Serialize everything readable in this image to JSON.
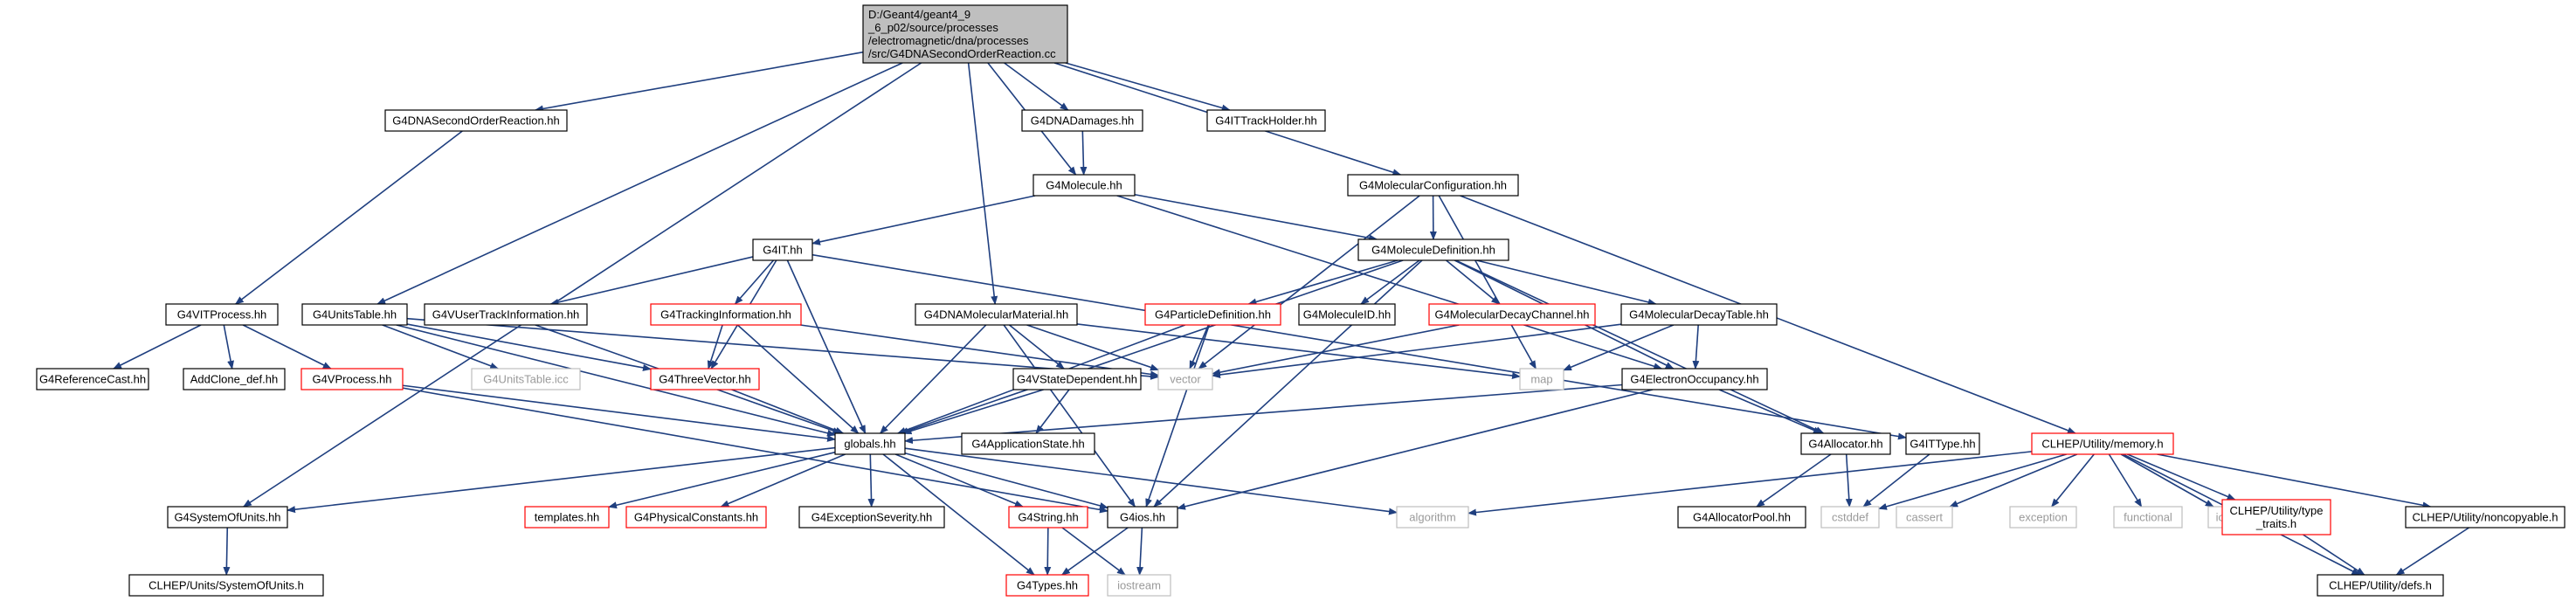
{
  "diagram": {
    "nodes": [
      {
        "id": "root",
        "lines": [
          "D:/Geant4/geant4_9",
          "_6_p02/source/processes",
          "/electromagnetic/dna/processes",
          "/src/G4DNASecondOrderReaction.cc"
        ],
        "style": "root"
      },
      {
        "id": "G4DNASecondOrderReaction_hh",
        "lines": [
          "G4DNASecondOrderReaction.hh"
        ],
        "style": "normal"
      },
      {
        "id": "G4DNADamages_hh",
        "lines": [
          "G4DNADamages.hh"
        ],
        "style": "normal"
      },
      {
        "id": "G4ITTrackHolder_hh",
        "lines": [
          "G4ITTrackHolder.hh"
        ],
        "style": "normal"
      },
      {
        "id": "G4Molecule_hh",
        "lines": [
          "G4Molecule.hh"
        ],
        "style": "normal"
      },
      {
        "id": "G4MolecularConfiguration_hh",
        "lines": [
          "G4MolecularConfiguration.hh"
        ],
        "style": "normal"
      },
      {
        "id": "G4IT_hh",
        "lines": [
          "G4IT.hh"
        ],
        "style": "normal"
      },
      {
        "id": "G4MoleculeDefinition_hh",
        "lines": [
          "G4MoleculeDefinition.hh"
        ],
        "style": "normal"
      },
      {
        "id": "G4VITProcess_hh",
        "lines": [
          "G4VITProcess.hh"
        ],
        "style": "normal"
      },
      {
        "id": "G4UnitsTable_hh",
        "lines": [
          "G4UnitsTable.hh"
        ],
        "style": "normal"
      },
      {
        "id": "G4VUserTrackInformation_hh",
        "lines": [
          "G4VUserTrackInformation.hh"
        ],
        "style": "normal"
      },
      {
        "id": "G4TrackingInformation_hh",
        "lines": [
          "G4TrackingInformation.hh"
        ],
        "style": "red"
      },
      {
        "id": "G4DNAMolecularMaterial_hh",
        "lines": [
          "G4DNAMolecularMaterial.hh"
        ],
        "style": "normal"
      },
      {
        "id": "G4ParticleDefinition_hh",
        "lines": [
          "G4ParticleDefinition.hh"
        ],
        "style": "red"
      },
      {
        "id": "G4MoleculeID_hh",
        "lines": [
          "G4MoleculeID.hh"
        ],
        "style": "normal"
      },
      {
        "id": "G4MolecularDecayChannel_hh",
        "lines": [
          "G4MolecularDecayChannel.hh"
        ],
        "style": "red"
      },
      {
        "id": "G4MolecularDecayTable_hh",
        "lines": [
          "G4MolecularDecayTable.hh"
        ],
        "style": "normal"
      },
      {
        "id": "G4ReferenceCast_hh",
        "lines": [
          "G4ReferenceCast.hh"
        ],
        "style": "normal"
      },
      {
        "id": "AddClone_def_hh",
        "lines": [
          "AddClone_def.hh"
        ],
        "style": "normal"
      },
      {
        "id": "G4VProcess_hh",
        "lines": [
          "G4VProcess.hh"
        ],
        "style": "red"
      },
      {
        "id": "G4UnitsTable_icc",
        "lines": [
          "G4UnitsTable.icc"
        ],
        "style": "gray"
      },
      {
        "id": "G4ThreeVector_hh",
        "lines": [
          "G4ThreeVector.hh"
        ],
        "style": "red"
      },
      {
        "id": "vector",
        "lines": [
          "vector"
        ],
        "style": "gray"
      },
      {
        "id": "G4VStateDependent_hh",
        "lines": [
          "G4VStateDependent.hh"
        ],
        "style": "normal"
      },
      {
        "id": "map",
        "lines": [
          "map"
        ],
        "style": "gray"
      },
      {
        "id": "G4ElectronOccupancy_hh",
        "lines": [
          "G4ElectronOccupancy.hh"
        ],
        "style": "normal"
      },
      {
        "id": "G4ITType_hh",
        "lines": [
          "G4ITType.hh"
        ],
        "style": "normal"
      },
      {
        "id": "globals_hh",
        "lines": [
          "globals.hh"
        ],
        "style": "normal"
      },
      {
        "id": "G4ApplicationState_hh",
        "lines": [
          "G4ApplicationState.hh"
        ],
        "style": "normal"
      },
      {
        "id": "G4Allocator_hh",
        "lines": [
          "G4Allocator.hh"
        ],
        "style": "normal"
      },
      {
        "id": "CLHEP_memory_h",
        "lines": [
          "CLHEP/Utility/memory.h"
        ],
        "style": "red"
      },
      {
        "id": "G4SystemOfUnits_hh",
        "lines": [
          "G4SystemOfUnits.hh"
        ],
        "style": "normal"
      },
      {
        "id": "templates_hh",
        "lines": [
          "templates.hh"
        ],
        "style": "red"
      },
      {
        "id": "G4PhysicalConstants_hh",
        "lines": [
          "G4PhysicalConstants.hh"
        ],
        "style": "red"
      },
      {
        "id": "G4ExceptionSeverity_hh",
        "lines": [
          "G4ExceptionSeverity.hh"
        ],
        "style": "normal"
      },
      {
        "id": "G4String_hh",
        "lines": [
          "G4String.hh"
        ],
        "style": "red"
      },
      {
        "id": "G4ios_hh",
        "lines": [
          "G4ios.hh"
        ],
        "style": "normal"
      },
      {
        "id": "algorithm",
        "lines": [
          "algorithm"
        ],
        "style": "gray"
      },
      {
        "id": "G4AllocatorPool_hh",
        "lines": [
          "G4AllocatorPool.hh"
        ],
        "style": "normal"
      },
      {
        "id": "cstddef",
        "lines": [
          "cstddef"
        ],
        "style": "gray"
      },
      {
        "id": "cassert",
        "lines": [
          "cassert"
        ],
        "style": "gray"
      },
      {
        "id": "exception",
        "lines": [
          "exception"
        ],
        "style": "gray"
      },
      {
        "id": "functional",
        "lines": [
          "functional"
        ],
        "style": "gray"
      },
      {
        "id": "iosfwd",
        "lines": [
          "iosfwd"
        ],
        "style": "gray"
      },
      {
        "id": "CLHEP_type_traits_h",
        "lines": [
          "CLHEP/Utility/type",
          "_traits.h"
        ],
        "style": "red"
      },
      {
        "id": "CLHEP_noncopyable_h",
        "lines": [
          "CLHEP/Utility/noncopyable.h"
        ],
        "style": "normal"
      },
      {
        "id": "CLHEP_Units_SystemOfUnits_h",
        "lines": [
          "CLHEP/Units/SystemOfUnits.h"
        ],
        "style": "normal"
      },
      {
        "id": "G4Types_hh",
        "lines": [
          "G4Types.hh"
        ],
        "style": "red"
      },
      {
        "id": "iostream",
        "lines": [
          "iostream"
        ],
        "style": "gray"
      },
      {
        "id": "CLHEP_defs_h",
        "lines": [
          "CLHEP/Utility/defs.h"
        ],
        "style": "normal"
      }
    ],
    "edges": [
      [
        "root",
        "G4DNASecondOrderReaction_hh"
      ],
      [
        "root",
        "G4DNADamages_hh"
      ],
      [
        "root",
        "G4ITTrackHolder_hh"
      ],
      [
        "root",
        "G4Molecule_hh"
      ],
      [
        "root",
        "G4MolecularConfiguration_hh"
      ],
      [
        "root",
        "G4UnitsTable_hh"
      ],
      [
        "root",
        "G4DNAMolecularMaterial_hh"
      ],
      [
        "root",
        "G4SystemOfUnits_hh"
      ],
      [
        "G4DNASecondOrderReaction_hh",
        "G4VITProcess_hh"
      ],
      [
        "G4DNADamages_hh",
        "G4Molecule_hh"
      ],
      [
        "G4Molecule_hh",
        "G4IT_hh"
      ],
      [
        "G4Molecule_hh",
        "G4MoleculeDefinition_hh"
      ],
      [
        "G4Molecule_hh",
        "G4ElectronOccupancy_hh"
      ],
      [
        "G4MolecularConfiguration_hh",
        "G4MoleculeDefinition_hh"
      ],
      [
        "G4MolecularConfiguration_hh",
        "vector"
      ],
      [
        "G4MolecularConfiguration_hh",
        "map"
      ],
      [
        "G4MolecularConfiguration_hh",
        "CLHEP_memory_h"
      ],
      [
        "G4IT_hh",
        "G4VUserTrackInformation_hh"
      ],
      [
        "G4IT_hh",
        "G4TrackingInformation_hh"
      ],
      [
        "G4IT_hh",
        "G4ThreeVector_hh"
      ],
      [
        "G4IT_hh",
        "globals_hh"
      ],
      [
        "G4IT_hh",
        "G4ITType_hh"
      ],
      [
        "G4MoleculeDefinition_hh",
        "G4ParticleDefinition_hh"
      ],
      [
        "G4MoleculeDefinition_hh",
        "G4MoleculeID_hh"
      ],
      [
        "G4MoleculeDefinition_hh",
        "G4MolecularDecayChannel_hh"
      ],
      [
        "G4MoleculeDefinition_hh",
        "G4MolecularDecayTable_hh"
      ],
      [
        "G4MoleculeDefinition_hh",
        "G4ElectronOccupancy_hh"
      ],
      [
        "G4MoleculeDefinition_hh",
        "G4Allocator_hh"
      ],
      [
        "G4MoleculeDefinition_hh",
        "G4ios_hh"
      ],
      [
        "G4MoleculeDefinition_hh",
        "globals_hh"
      ],
      [
        "G4VITProcess_hh",
        "G4ReferenceCast_hh"
      ],
      [
        "G4VITProcess_hh",
        "AddClone_def_hh"
      ],
      [
        "G4VITProcess_hh",
        "G4VProcess_hh"
      ],
      [
        "G4UnitsTable_hh",
        "G4UnitsTable_icc"
      ],
      [
        "G4UnitsTable_hh",
        "G4ThreeVector_hh"
      ],
      [
        "G4UnitsTable_hh",
        "vector"
      ],
      [
        "G4UnitsTable_hh",
        "globals_hh"
      ],
      [
        "G4VUserTrackInformation_hh",
        "globals_hh"
      ],
      [
        "G4TrackingInformation_hh",
        "G4ThreeVector_hh"
      ],
      [
        "G4TrackingInformation_hh",
        "vector"
      ],
      [
        "G4TrackingInformation_hh",
        "globals_hh"
      ],
      [
        "G4DNAMolecularMaterial_hh",
        "vector"
      ],
      [
        "G4DNAMolecularMaterial_hh",
        "map"
      ],
      [
        "G4DNAMolecularMaterial_hh",
        "G4VStateDependent_hh"
      ],
      [
        "G4DNAMolecularMaterial_hh",
        "globals_hh"
      ],
      [
        "G4DNAMolecularMaterial_hh",
        "G4ios_hh"
      ],
      [
        "G4ParticleDefinition_hh",
        "vector"
      ],
      [
        "G4ParticleDefinition_hh",
        "globals_hh"
      ],
      [
        "G4ParticleDefinition_hh",
        "G4ios_hh"
      ],
      [
        "G4MolecularDecayChannel_hh",
        "vector"
      ],
      [
        "G4MolecularDecayTable_hh",
        "map"
      ],
      [
        "G4MolecularDecayTable_hh",
        "vector"
      ],
      [
        "G4MolecularDecayTable_hh",
        "G4ElectronOccupancy_hh"
      ],
      [
        "G4VProcess_hh",
        "globals_hh"
      ],
      [
        "G4VProcess_hh",
        "G4ios_hh"
      ],
      [
        "G4ThreeVector_hh",
        "globals_hh"
      ],
      [
        "G4VStateDependent_hh",
        "G4ApplicationState_hh"
      ],
      [
        "G4VStateDependent_hh",
        "globals_hh"
      ],
      [
        "G4ElectronOccupancy_hh",
        "globals_hh"
      ],
      [
        "G4ElectronOccupancy_hh",
        "G4Allocator_hh"
      ],
      [
        "G4ElectronOccupancy_hh",
        "G4ios_hh"
      ],
      [
        "G4ITType_hh",
        "cstddef"
      ],
      [
        "G4Allocator_hh",
        "G4AllocatorPool_hh"
      ],
      [
        "G4Allocator_hh",
        "cstddef"
      ],
      [
        "CLHEP_memory_h",
        "algorithm"
      ],
      [
        "CLHEP_memory_h",
        "cstddef"
      ],
      [
        "CLHEP_memory_h",
        "cassert"
      ],
      [
        "CLHEP_memory_h",
        "exception"
      ],
      [
        "CLHEP_memory_h",
        "functional"
      ],
      [
        "CLHEP_memory_h",
        "iosfwd"
      ],
      [
        "CLHEP_memory_h",
        "CLHEP_type_traits_h"
      ],
      [
        "CLHEP_memory_h",
        "CLHEP_noncopyable_h"
      ],
      [
        "CLHEP_memory_h",
        "CLHEP_defs_h"
      ],
      [
        "globals_hh",
        "G4SystemOfUnits_hh"
      ],
      [
        "globals_hh",
        "templates_hh"
      ],
      [
        "globals_hh",
        "G4PhysicalConstants_hh"
      ],
      [
        "globals_hh",
        "G4ExceptionSeverity_hh"
      ],
      [
        "globals_hh",
        "G4String_hh"
      ],
      [
        "globals_hh",
        "G4ios_hh"
      ],
      [
        "globals_hh",
        "algorithm"
      ],
      [
        "globals_hh",
        "G4Types_hh"
      ],
      [
        "G4SystemOfUnits_hh",
        "CLHEP_Units_SystemOfUnits_h"
      ],
      [
        "G4String_hh",
        "G4Types_hh"
      ],
      [
        "G4String_hh",
        "iostream"
      ],
      [
        "G4ios_hh",
        "G4Types_hh"
      ],
      [
        "G4ios_hh",
        "iostream"
      ],
      [
        "CLHEP_type_traits_h",
        "CLHEP_defs_h"
      ],
      [
        "CLHEP_noncopyable_h",
        "CLHEP_defs_h"
      ]
    ]
  }
}
